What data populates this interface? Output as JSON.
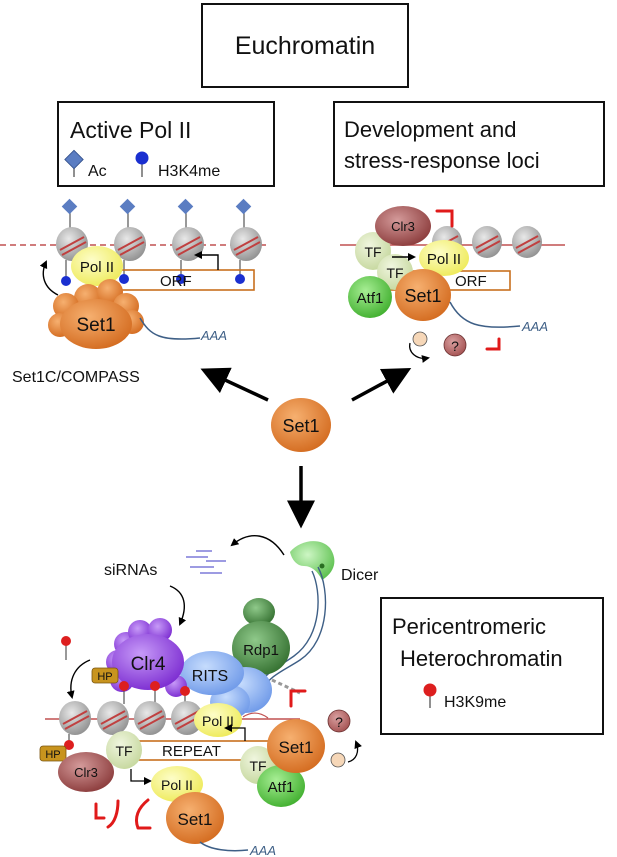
{
  "titles": {
    "euchromatin": "Euchromatin",
    "active_pol2": "Active Pol II",
    "dev_line1": "Development and",
    "dev_line2": "stress-response loci",
    "peri_line1": "Pericentromeric",
    "peri_line2": "Heterochromatin"
  },
  "legend": {
    "ac": "Ac",
    "h3k4me": "H3K4me",
    "h3k9me": "H3K9me"
  },
  "labels": {
    "set1": "Set1",
    "set1c": "Set1C/COMPASS",
    "pol2": "Pol II",
    "orf": "ORF",
    "aaa": "AAA",
    "tf": "TF",
    "atf1": "Atf1",
    "clr3": "Clr3",
    "clr4": "Clr4",
    "hp": "HP",
    "rits": "RITS",
    "rdp1": "Rdp1",
    "dicer": "Dicer",
    "sirnas": "siRNAs",
    "repeat": "REPEAT",
    "question": "?"
  },
  "colors": {
    "set1": "#e07a28",
    "pol2": "#f4f27a",
    "tf": "#d7e4b4",
    "atf1": "#58c644",
    "clr3": "#9a4a4a",
    "clr4": "#8a3cd8",
    "rits": "#7aa6f0",
    "rdp1": "#3f8a3a",
    "dicer": "#74d46a",
    "nucleosome": "#a9a9a9",
    "h3k4me": "#1a2fd0",
    "ac": "#5b7dc2",
    "h3k9me": "#dd1f1f",
    "inhibit": "#e01a1a",
    "orf_box": "#c8701e",
    "rna": "#3e5f86"
  }
}
